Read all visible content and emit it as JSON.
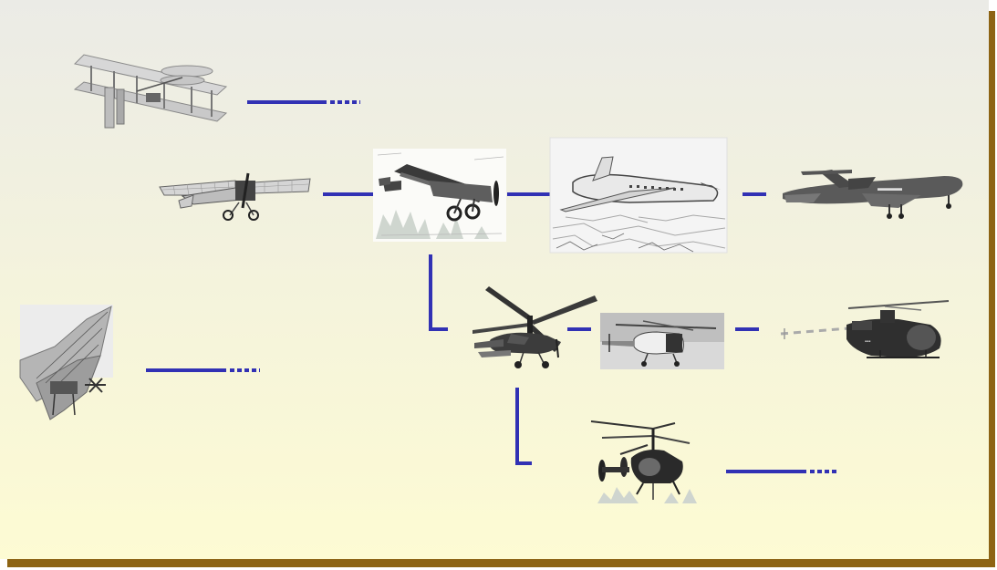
{
  "colors": {
    "panel_top": "#ebebe6",
    "panel_bottom": "#fdfbd3",
    "frame_shadow": "#8d6414",
    "connector": "#3131b4",
    "aircraft_dark": "#2c2c2c",
    "aircraft_mid": "#8a8a8a",
    "aircraft_light": "#d8d8d8"
  },
  "nodes": [
    {
      "id": "wright-biplane",
      "icon": "biplane-icon"
    },
    {
      "id": "bleriot-monoplane",
      "icon": "monoplane-icon"
    },
    {
      "id": "junkers-monoplane",
      "icon": "metal-monoplane-icon"
    },
    {
      "id": "early-jetliner",
      "icon": "jetliner-photo-icon"
    },
    {
      "id": "trijet-airliner",
      "icon": "trijet-icon"
    },
    {
      "id": "ornithopter",
      "icon": "ornithopter-icon"
    },
    {
      "id": "autogyro",
      "icon": "autogyro-icon"
    },
    {
      "id": "early-helicopter",
      "icon": "helicopter-photo-icon"
    },
    {
      "id": "modern-helicopter",
      "icon": "turbine-helicopter-icon"
    },
    {
      "id": "coaxial-helicopter",
      "icon": "coaxial-helicopter-icon"
    }
  ]
}
